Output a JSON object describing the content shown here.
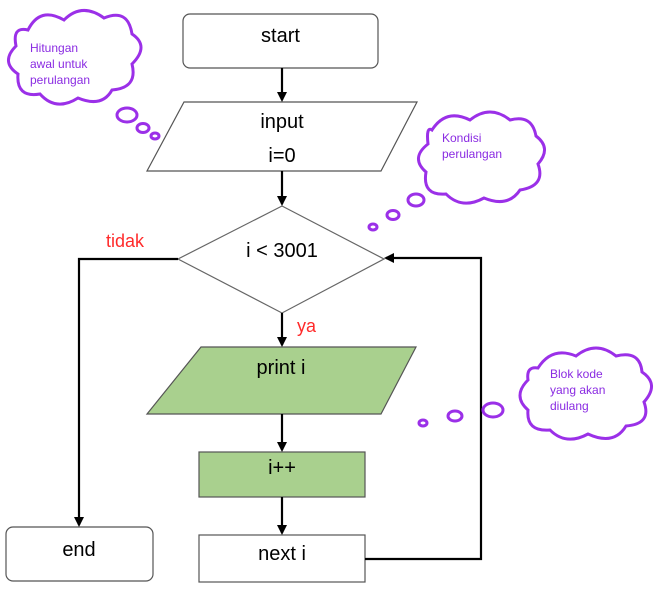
{
  "nodes": {
    "start": "start",
    "input_line1": "input",
    "input_line2": "i=0",
    "decision": "i < 3001",
    "print": "print i",
    "increment": "i++",
    "next": "next i",
    "end": "end"
  },
  "branches": {
    "no": "tidak",
    "yes": "ya"
  },
  "callouts": {
    "init": [
      "Hitungan",
      "awal untuk",
      "perulangan"
    ],
    "condition": [
      "Kondisi",
      "perulangan"
    ],
    "body": [
      "Blok kode",
      "yang akan",
      "diulang"
    ]
  },
  "colors": {
    "green_fill": "#a9d08e",
    "branch_text": "#ff2a2a",
    "callout_border": "#9b30e8",
    "callout_text": "#8a2be2",
    "line": "#000000"
  }
}
